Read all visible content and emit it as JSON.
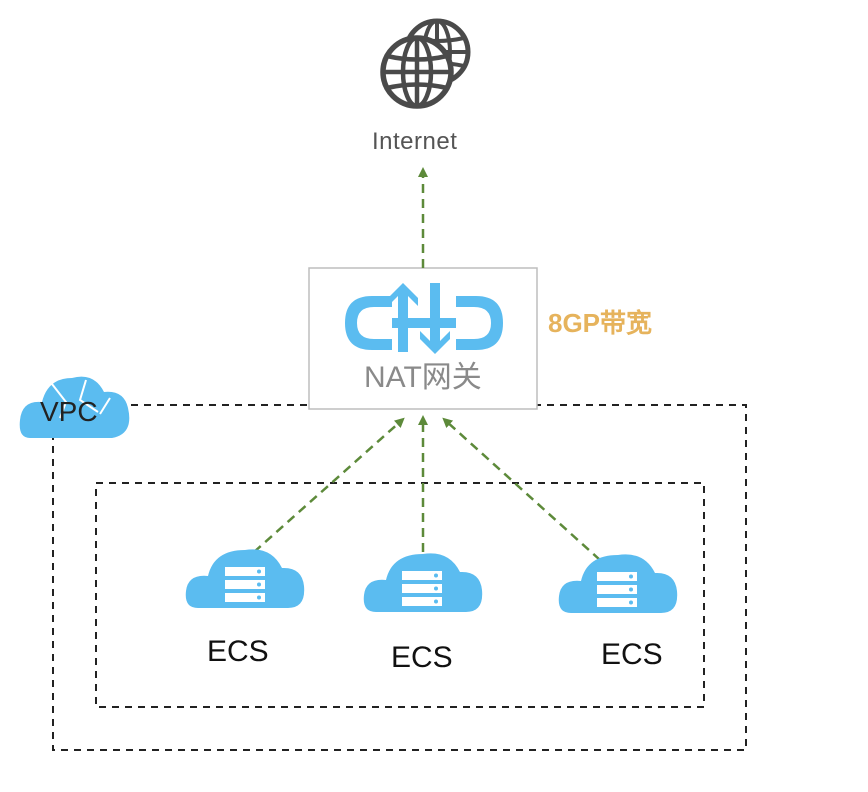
{
  "internet": {
    "label": "Internet"
  },
  "nat_gateway": {
    "label": "NAT网关",
    "bandwidth": "8GP带宽"
  },
  "vpc": {
    "label": "VPC"
  },
  "ecs_instances": [
    {
      "label": "ECS"
    },
    {
      "label": "ECS"
    },
    {
      "label": "ECS"
    }
  ],
  "colors": {
    "arrow": "#5d8a3a",
    "cloud_blue": "#5bbcf0",
    "globe": "#4a4a4a",
    "bandwidth_text": "#e6b35c",
    "dashed_border": "#222222"
  }
}
